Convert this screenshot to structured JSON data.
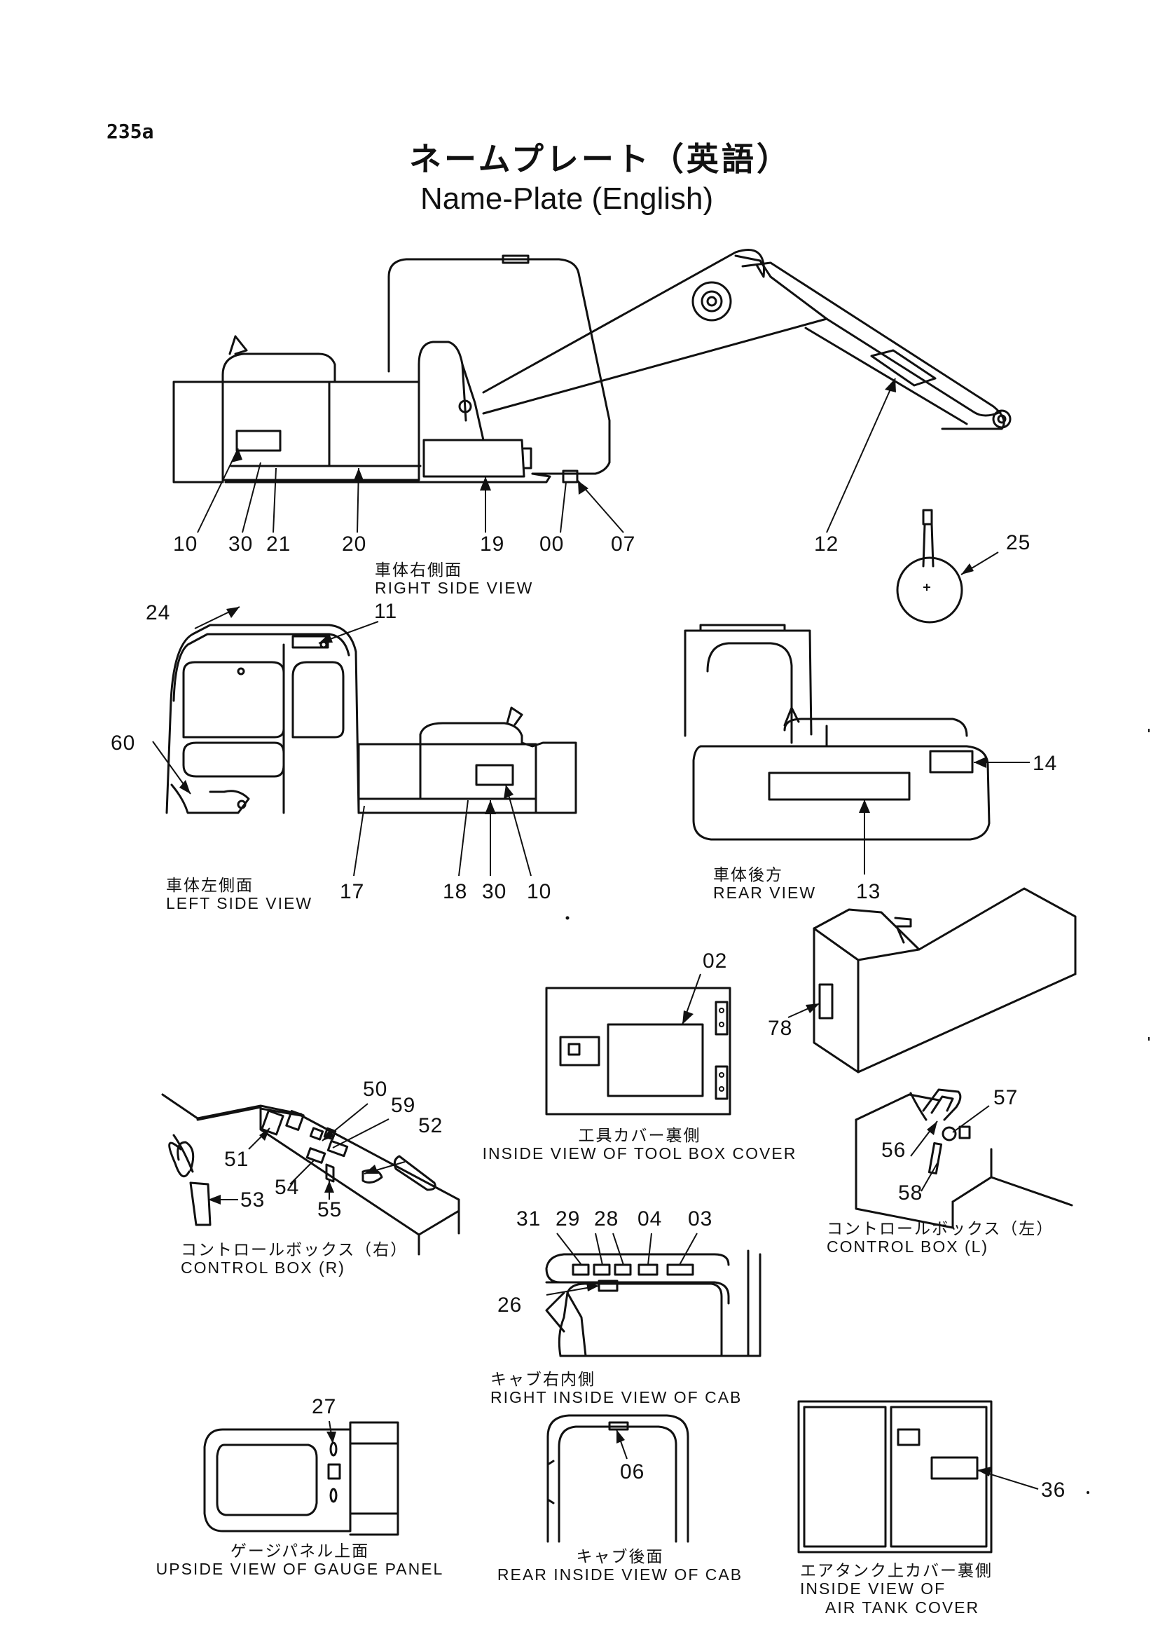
{
  "page_number": "235a",
  "title_jp": "ネームプレート（英語）",
  "title_en": "Name-Plate (English)",
  "views": {
    "right_side": {
      "caption_jp": "車体右側面",
      "caption_en": "RIGHT SIDE VIEW"
    },
    "left_side": {
      "caption_jp": "車体左側面",
      "caption_en": "LEFT SIDE VIEW"
    },
    "rear": {
      "caption_jp": "車体後方",
      "caption_en": "REAR VIEW"
    },
    "tool_box": {
      "caption_jp": "工具カバー裏側",
      "caption_en": "INSIDE VIEW OF TOOL BOX COVER"
    },
    "control_box_r": {
      "caption_jp": "コントロールボックス（右）",
      "caption_en": "CONTROL BOX (R)"
    },
    "control_box_l": {
      "caption_jp": "コントロールボックス（左）",
      "caption_en": "CONTROL BOX (L)"
    },
    "cab_right_inside": {
      "caption_jp": "キャブ右内側",
      "caption_en": "RIGHT INSIDE VIEW OF CAB"
    },
    "gauge_panel": {
      "caption_jp": "ゲージパネル上面",
      "caption_en": "UPSIDE VIEW OF GAUGE PANEL"
    },
    "cab_rear_inside": {
      "caption_jp": "キャブ後面",
      "caption_en": "REAR INSIDE VIEW OF CAB"
    },
    "air_tank": {
      "caption_jp": "エアタンク上カバー裏側",
      "caption_en_1": "INSIDE VIEW OF",
      "caption_en_2": "AIR TANK COVER"
    }
  },
  "callouts": {
    "c10a": "10",
    "c30a": "30",
    "c21": "21",
    "c20": "20",
    "c19": "19",
    "c00": "00",
    "c07": "07",
    "c12": "12",
    "c25": "25",
    "c24": "24",
    "c11": "11",
    "c60": "60",
    "c17": "17",
    "c18": "18",
    "c30b": "30",
    "c10b": "10",
    "c14": "14",
    "c13": "13",
    "c02": "02",
    "c78": "78",
    "c50": "50",
    "c59": "59",
    "c52": "52",
    "c51": "51",
    "c54": "54",
    "c55": "55",
    "c53": "53",
    "c57": "57",
    "c56": "56",
    "c58": "58",
    "c31": "31",
    "c29": "29",
    "c28": "28",
    "c04": "04",
    "c03": "03",
    "c26": "26",
    "c27": "27",
    "c06": "06",
    "c36": "36"
  }
}
